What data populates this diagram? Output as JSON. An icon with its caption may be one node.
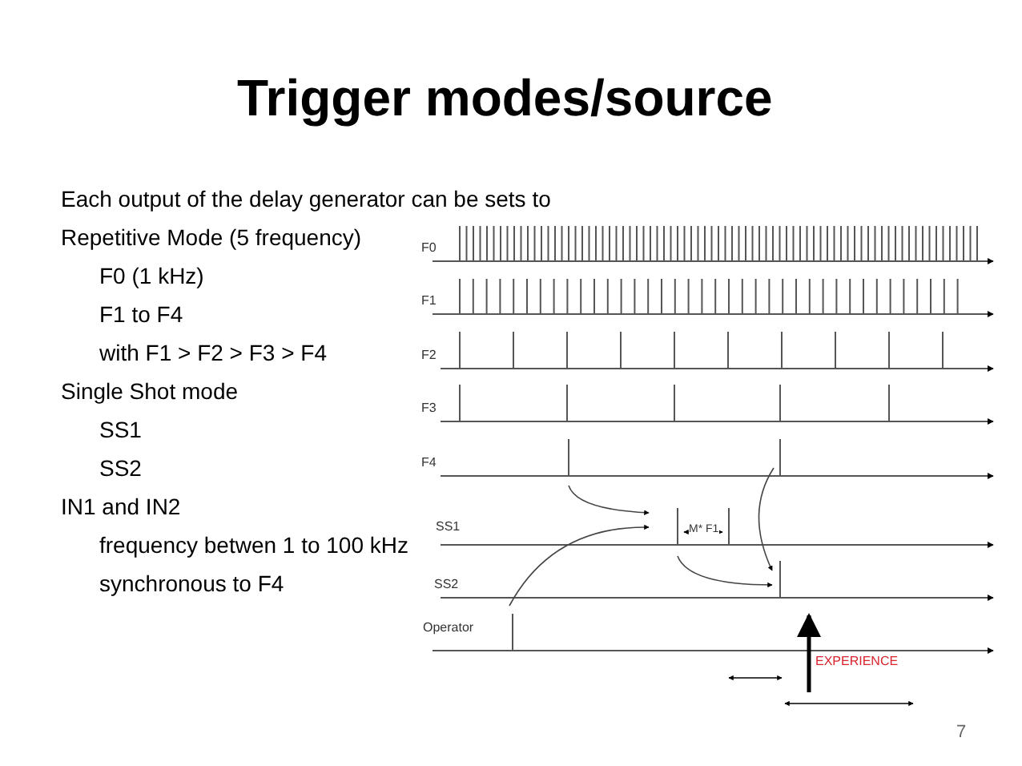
{
  "diagram": {
    "title": "Trigger modes/source",
    "labels": [
      "Each output of the delay generator can be sets to",
      "Repetitive Mode (5 frequency)",
      "F0 (1 kHz)",
      "F1 to F4",
      "with F1 > F2 > F3 > F4",
      "Single Shot mode",
      "SS1",
      "SS2",
      "IN1 and IN2",
      "frequency betwen 1 to 100 kHz",
      "synchronous to F4",
      "F0",
      "F1",
      "F2",
      "F3",
      "F4",
      "SS1",
      "SS2",
      "Operator",
      "M* F1",
      "EXPERIENCE",
      "7"
    ]
  }
}
